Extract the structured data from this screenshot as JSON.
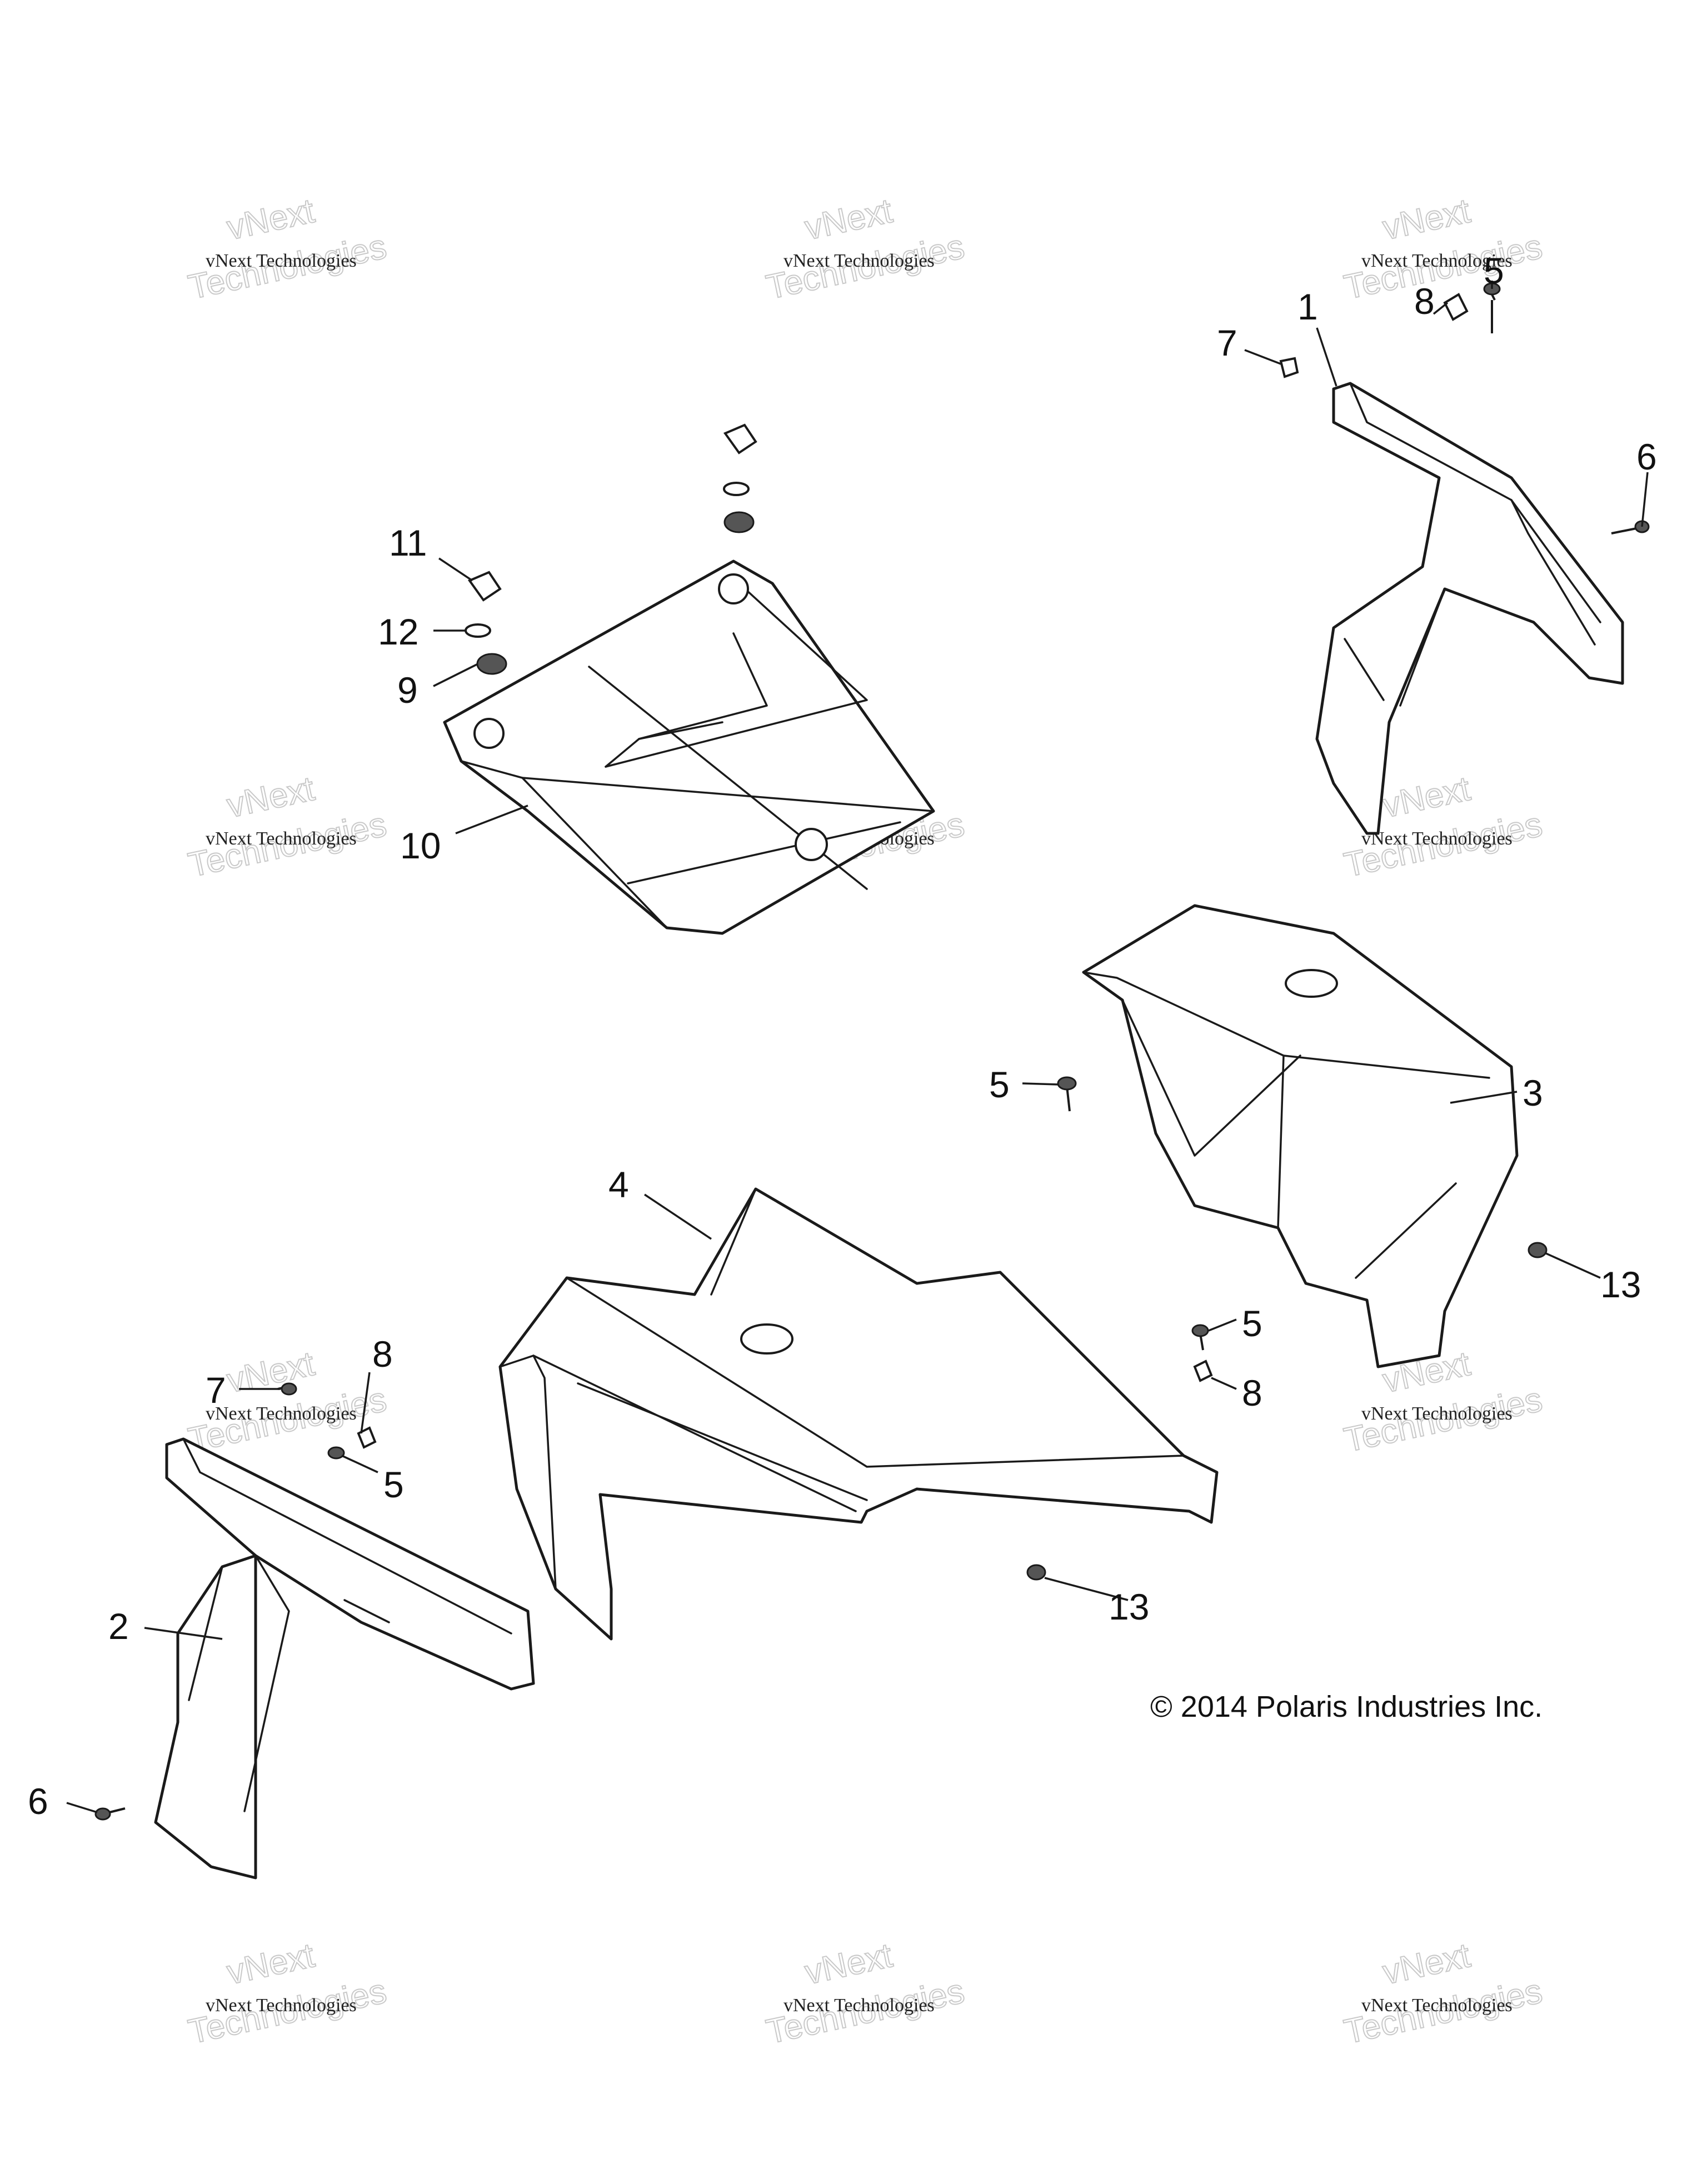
{
  "callouts": {
    "c1": "1",
    "c2": "2",
    "c3": "3",
    "c4": "4",
    "c5a": "5",
    "c5b": "5",
    "c5c": "5",
    "c5d": "5",
    "c6a": "6",
    "c6b": "6",
    "c7a": "7",
    "c7b": "7",
    "c8a": "8",
    "c8b": "8",
    "c8c": "8",
    "c9": "9",
    "c10": "10",
    "c11": "11",
    "c12": "12",
    "c13a": "13",
    "c13b": "13"
  },
  "watermark": {
    "line_small": "vNext Technologies",
    "line_top": "vNext",
    "line_bottom": "Technologies"
  },
  "copyright": "© 2014 Polaris Industries Inc."
}
